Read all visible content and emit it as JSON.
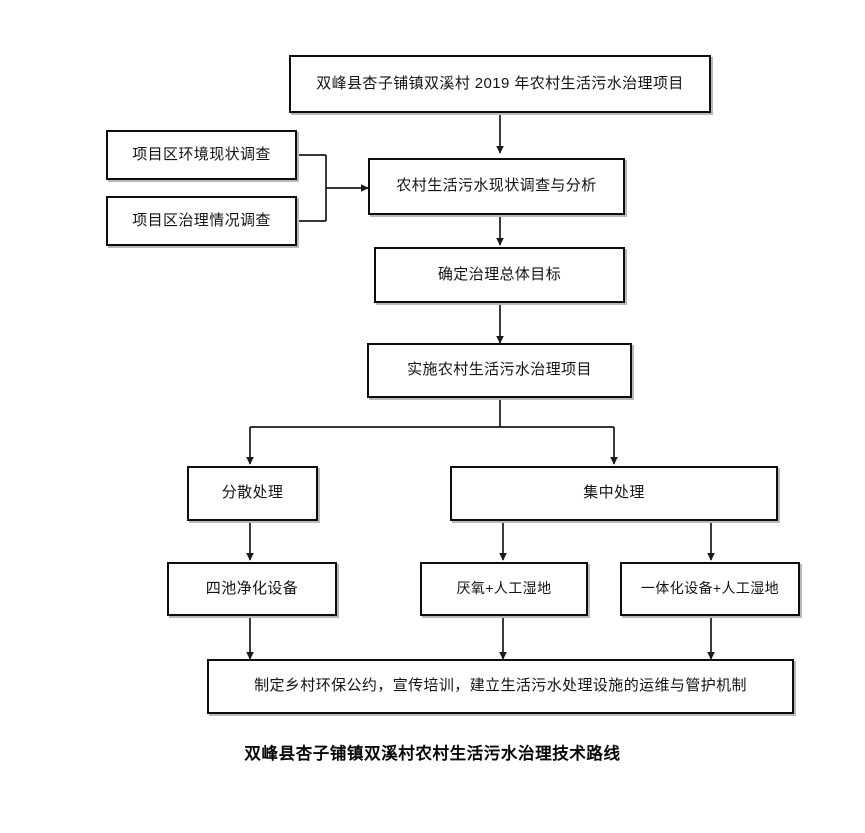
{
  "diagram": {
    "title_caption": "双峰县杏子铺镇双溪村农村生活污水治理技术路线",
    "colors": {
      "background": "#ffffff",
      "box_border": "#0d0d0d",
      "box_fill": "#ffffff",
      "connector": "#1a1a1a",
      "shadow": "#b9b9b9",
      "text": "#131313"
    },
    "nodes": {
      "project": "双峰县杏子铺镇双溪村 2019 年农村生活污水治理项目",
      "env_survey": "项目区环境现状调查",
      "treatment_survey": "项目区治理情况调查",
      "analysis": "农村生活污水现状调查与分析",
      "goal": "确定治理总体目标",
      "implement": "实施农村生活污水治理项目",
      "decentralized": "分散处理",
      "centralized": "集中处理",
      "four_pond": "四池净化设备",
      "anaerobic_wetland": "厌氧+人工湿地",
      "integrated_wetland": "一体化设备+人工湿地",
      "management": "制定乡村环保公约，宣传培训，建立生活污水处理设施的运维与管护机制"
    }
  }
}
